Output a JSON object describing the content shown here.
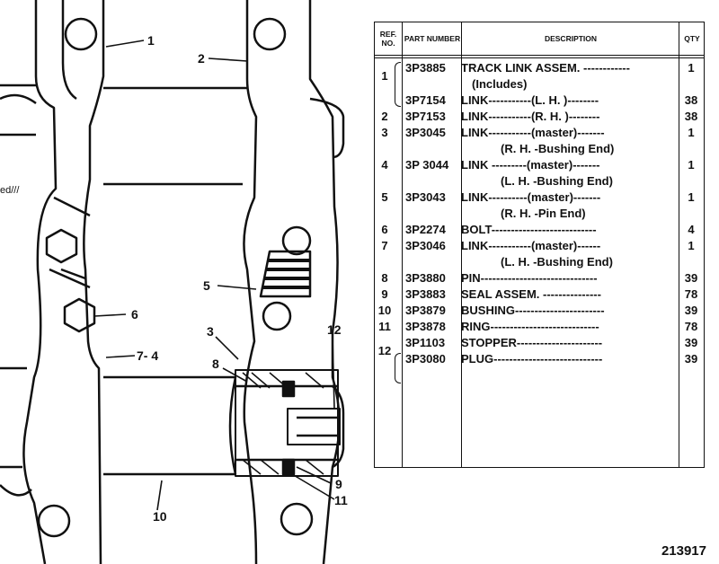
{
  "callouts": [
    "1",
    "2",
    "5",
    "6",
    "7- 4",
    "3",
    "8",
    "12",
    "9",
    "11",
    "10"
  ],
  "stray_text": "ed///",
  "table": {
    "headers": {
      "ref": "REF. NO.",
      "part": "PART NUMBER",
      "desc": "DESCRIPTION",
      "qty": "QTY"
    },
    "rows": [
      {
        "ref": "1",
        "part": "3P3885",
        "desc": "TRACK LINK ASSEM. ------------",
        "qty": "1"
      },
      {
        "ref": "",
        "part": "",
        "desc": "(Includes)",
        "qty": ""
      },
      {
        "ref": "",
        "part": "3P7154",
        "desc": "LINK-----------(L. H. )--------",
        "qty": "38"
      },
      {
        "ref": "2",
        "part": "3P7153",
        "desc": "LINK-----------(R. H. )--------",
        "qty": "38"
      },
      {
        "ref": "3",
        "part": "3P3045",
        "desc": "LINK-----------(master)-------",
        "qty": "1"
      },
      {
        "ref": "",
        "part": "",
        "desc": "(R. H. -Bushing End)",
        "qty": ""
      },
      {
        "ref": "4",
        "part": "3P 3044",
        "desc": "LINK ---------(master)-------",
        "qty": "1"
      },
      {
        "ref": "",
        "part": "",
        "desc": "(L. H. -Bushing End)",
        "qty": ""
      },
      {
        "ref": "5",
        "part": "3P3043",
        "desc": "LINK----------(master)-------",
        "qty": "1"
      },
      {
        "ref": "",
        "part": "",
        "desc": "(R. H. -Pin End)",
        "qty": ""
      },
      {
        "ref": "6",
        "part": "3P2274",
        "desc": "BOLT---------------------------",
        "qty": "4"
      },
      {
        "ref": "7",
        "part": "3P3046",
        "desc": "LINK-----------(master)------",
        "qty": "1"
      },
      {
        "ref": "",
        "part": "",
        "desc": "(L. H. -Bushing End)",
        "qty": ""
      },
      {
        "ref": "8",
        "part": "3P3880",
        "desc": "PIN------------------------------",
        "qty": "39"
      },
      {
        "ref": "9",
        "part": "3P3883",
        "desc": "SEAL ASSEM. ---------------",
        "qty": "78"
      },
      {
        "ref": "10",
        "part": "3P3879",
        "desc": "BUSHING-----------------------",
        "qty": "39"
      },
      {
        "ref": "11",
        "part": "3P3878",
        "desc": "RING----------------------------",
        "qty": "78"
      },
      {
        "ref": "12",
        "part": "3P1103",
        "desc": "STOPPER----------------------",
        "qty": "39"
      },
      {
        "ref": "",
        "part": "3P3080",
        "desc": "PLUG----------------------------",
        "qty": "39"
      }
    ]
  },
  "figure_number": "213917"
}
